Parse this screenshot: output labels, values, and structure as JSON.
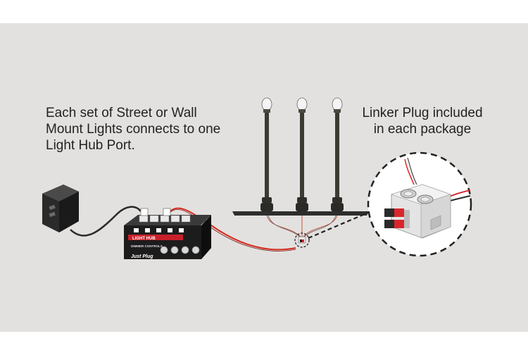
{
  "caption_left": {
    "lines": [
      "Each set of Street or Wall",
      "Mount Lights connects to one",
      "Light Hub Port."
    ]
  },
  "caption_right": {
    "lines": [
      "Linker Plug included",
      "in each package"
    ]
  },
  "light_hub": {
    "title": "LIGHT HUB",
    "dimmer_label": "DIMMER CONTROLS",
    "brand": "Just Plug"
  },
  "colors": {
    "background": "#e3e1df",
    "wire_red": "#d42a1e",
    "hub_body": "#1c1c1c",
    "plug_red": "#d8262c",
    "lamp_post": "#3b3b34"
  }
}
